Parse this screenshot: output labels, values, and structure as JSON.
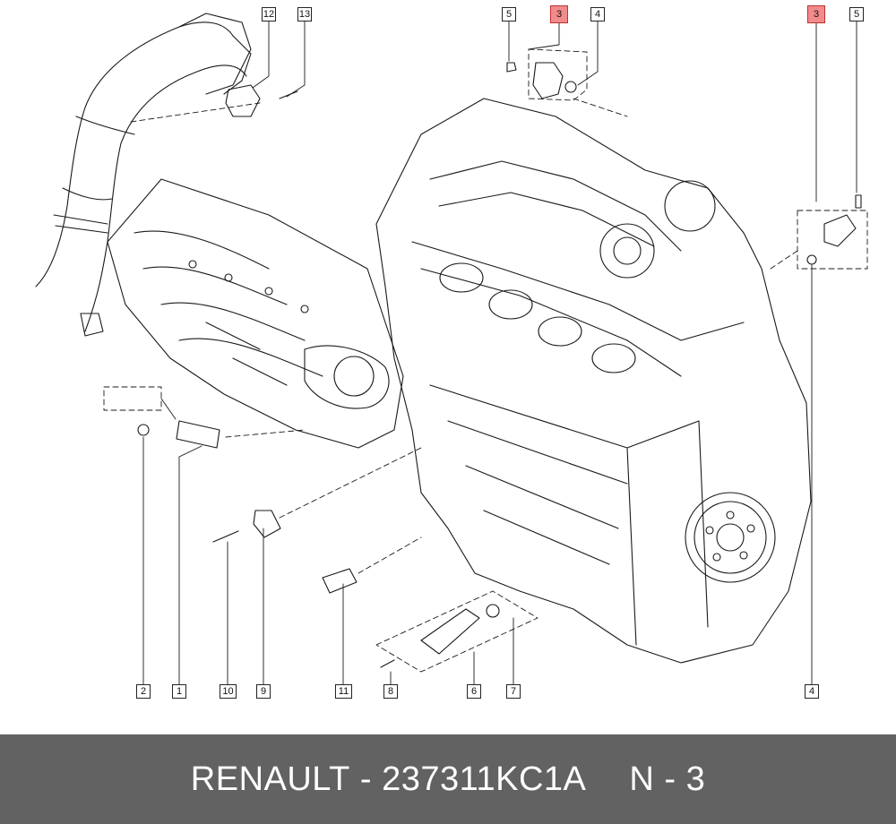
{
  "diagram": {
    "callouts": [
      {
        "id": "c12",
        "label": "12",
        "highlight": false
      },
      {
        "id": "c13",
        "label": "13",
        "highlight": false
      },
      {
        "id": "c5a",
        "label": "5",
        "highlight": false
      },
      {
        "id": "c3a",
        "label": "3",
        "highlight": true
      },
      {
        "id": "c4a",
        "label": "4",
        "highlight": false
      },
      {
        "id": "c3b",
        "label": "3",
        "highlight": true
      },
      {
        "id": "c5b",
        "label": "5",
        "highlight": false
      },
      {
        "id": "c2",
        "label": "2",
        "highlight": false
      },
      {
        "id": "c1",
        "label": "1",
        "highlight": false
      },
      {
        "id": "c10",
        "label": "10",
        "highlight": false
      },
      {
        "id": "c9",
        "label": "9",
        "highlight": false
      },
      {
        "id": "c11",
        "label": "11",
        "highlight": false
      },
      {
        "id": "c8",
        "label": "8",
        "highlight": false
      },
      {
        "id": "c6",
        "label": "6",
        "highlight": false
      },
      {
        "id": "c7",
        "label": "7",
        "highlight": false
      },
      {
        "id": "c4b",
        "label": "4",
        "highlight": false
      }
    ],
    "highlight_color": "#f28b8b"
  },
  "footer": {
    "brand": "RENAULT",
    "dash": "-",
    "part_number": "237311KC1A",
    "position_label": "N - 3"
  }
}
